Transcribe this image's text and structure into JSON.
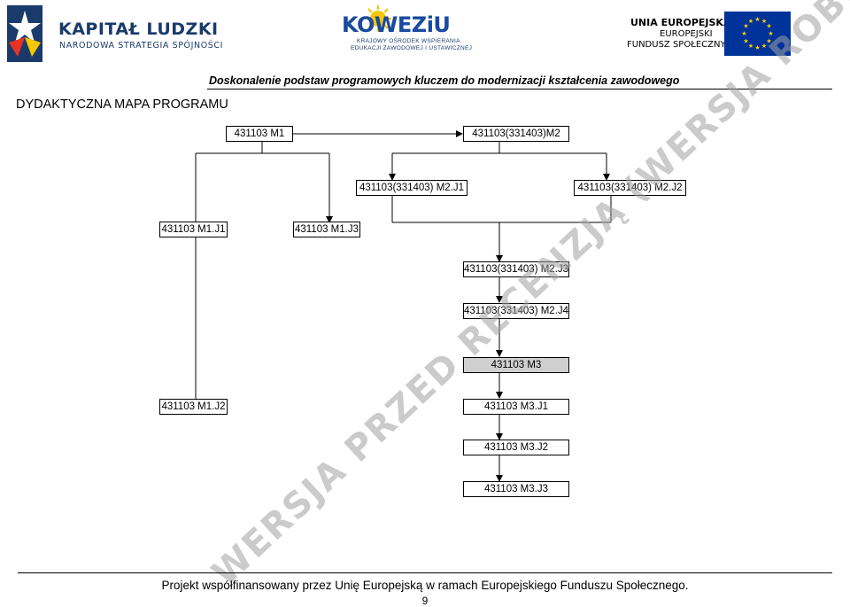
{
  "header": {
    "kapital_title": "KAPITAŁ LUDZKI",
    "kapital_subtitle": "NARODOWA STRATEGIA SPÓJNOŚCI",
    "kowezu_logo": "KOWEZiU",
    "kowezu_sub1": "KRAJOWY OŚRODEK WSPIERANIA",
    "kowezu_sub2": "EDUKACJI ZAWODOWEJ I USTAWICZNEJ",
    "ue_line1": "UNIA EUROPEJSKA",
    "ue_line2": "EUROPEJSKI",
    "ue_line3": "FUNDUSZ SPOŁECZNY",
    "project_subtitle": "Doskonalenie podstaw programowych kluczem do modernizacji kształcenia zawodowego"
  },
  "page_title": "DYDAKTYCZNA MAPA PROGRAMU",
  "map": {
    "m1": "431103 M1",
    "m2": "431103(331403)M2",
    "m2j1": "431103(331403) M2.J1",
    "m2j2": "431103(331403) M2.J2",
    "m1j1": "431103 M1.J1",
    "m1j3": "431103 M1.J3",
    "m2j3": "431103(331403) M2.J3",
    "m2j4": "431103(331403) M2.J4",
    "m3": "431103 M3",
    "m1j2": "431103 M1.J2",
    "m3j1": "431103 M3.J1",
    "m3j2": "431103 M3.J2",
    "m3j3": "431103 M3.J3"
  },
  "watermark": "WERSJA PRZED RECENZJĄ (WERSJA ROBOCZA)",
  "footer": {
    "text": "Projekt współfinansowany przez Unię Europejską w ramach Europejskiego Funduszu Społecznego.",
    "page_number": "9"
  },
  "colors": {
    "kapital_blue": "#1a3a6b",
    "eu_blue": "#003399",
    "eu_star": "#ffcc00",
    "grey_box": "#cfcfcf"
  }
}
